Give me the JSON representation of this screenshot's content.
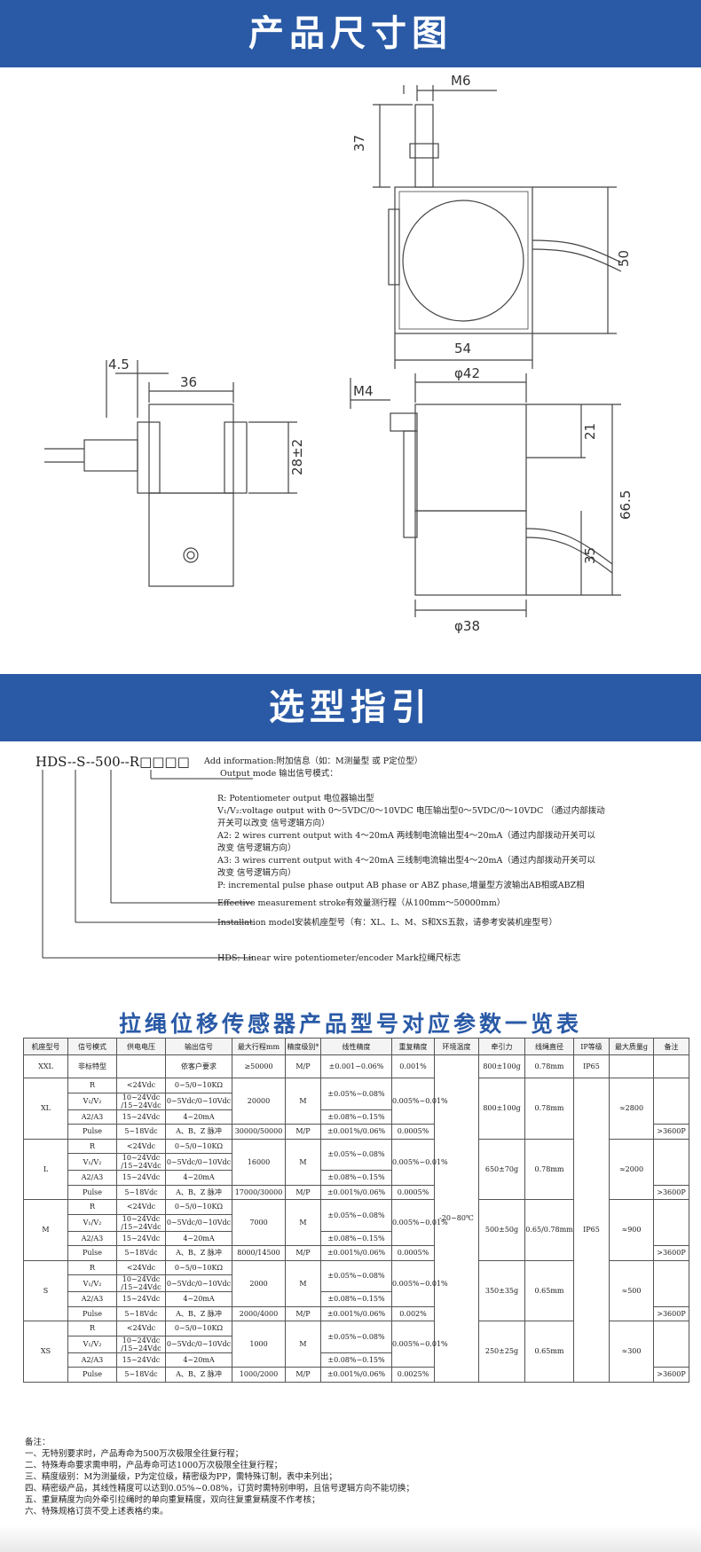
{
  "banner1": {
    "title": "产品尺寸图"
  },
  "banner2": {
    "title": "选型指引"
  },
  "dims": {
    "m6": "M6",
    "d37": "37",
    "d50": "50",
    "d54": "54",
    "d45": "4.5",
    "d36": "36",
    "d28": "28±2",
    "m4": "M4",
    "phi42": "φ42",
    "d21": "21",
    "d665": "66.5",
    "d35": "35",
    "phi38": "φ38"
  },
  "guide": {
    "model": "HDS--S--500--R□□□□",
    "add_info": "Add information:附加信息（如：M测量型 或 P定位型）",
    "output_mode": "Output mode 输出信号模式：",
    "r": "R: Potentiometer output 电位器输出型",
    "v1": "V₁/V₂:voltage output with 0～5VDC/0～10VDC  电压输出型0～5VDC/0～10VDC （通过内部拨动",
    "v2": "开关可以改变 信号逻辑方向）",
    "a2_1": "A2: 2 wires current output with 4～20mA 两线制电流输出型4～20mA（通过内部拨动开关可以",
    "a2_2": "改变 信号逻辑方向）",
    "a3_1": "A3: 3 wires current output with 4～20mA 三线制电流输出型4～20mA（通过内部拨动开关可以",
    "a3_2": "改变 信号逻辑方向）",
    "p": "P: incremental pulse phase output AB phase or ABZ phase,增量型方波输出AB相或ABZ相",
    "stroke": "Effective measurement stroke有效量测行程（从100mm～50000mm）",
    "install": "Installation model安装机座型号（有：XL、L、M、S和XS五款，请参考安装机座型号）",
    "hds": "HDS: Linear wire potentiometer/encoder Mark拉绳尺标志"
  },
  "table": {
    "title": "拉绳位移传感器产品型号对应参数一览表",
    "headers": [
      "机座型号",
      "信号模式",
      "供电电压",
      "输出信号",
      "最大行程mm",
      "精度级别*",
      "线性精度",
      "重复精度",
      "环境温度",
      "牵引力",
      "线绳直径",
      "IP等级",
      "最大质量g",
      "备注"
    ],
    "xxl": {
      "model": "XXL",
      "mode": "非标特型",
      "output": "依客户要求",
      "stroke": "≥50000",
      "prec": "M/P",
      "lin": "±0.001~0.06%",
      "rep": "0.001%",
      "pull": "800±100g",
      "wire": "0.78mm",
      "ip": "IP65"
    },
    "xl": {
      "model": "XL",
      "stroke": "20000",
      "stroke_p": "30000/50000",
      "pull": "800±100g",
      "wire": "0.78mm",
      "mass": "≈2800"
    },
    "l": {
      "model": "L",
      "stroke": "16000",
      "stroke_p": "17000/30000",
      "pull": "650±70g",
      "wire": "0.78mm",
      "mass": "≈2000"
    },
    "m": {
      "model": "M",
      "stroke": "7000",
      "stroke_p": "8000/14500",
      "pull": "500±50g",
      "wire": "0.65/0.78mm",
      "mass": "≈900"
    },
    "s": {
      "model": "S",
      "stroke": "2000",
      "stroke_p": "2000/4000",
      "pull": "350±35g",
      "wire": "0.65mm",
      "mass": "≈500",
      "rep_p": "0.002%"
    },
    "xs": {
      "model": "XS",
      "stroke": "1000",
      "stroke_p": "1000/2000",
      "pull": "250±25g",
      "wire": "0.65mm",
      "mass": "≈300",
      "rep_p": "0.0025%"
    },
    "common": {
      "r": "R",
      "v": "V₁/V₂",
      "a": "A2/A3",
      "pulse": "Pulse",
      "r_sup": "<24Vdc",
      "v_sup": "10~24Vdc /15~24Vdc",
      "a_sup": "15~24Vdc",
      "p_sup": "5~18Vdc",
      "r_out": "0~5/0~10KΩ",
      "v_out": "0~5Vdc/0~10Vdc",
      "a_out": "4~20mA",
      "p_out": "A、B、Z 脉冲",
      "m": "M",
      "mp": "M/P",
      "lin_r": "±0.05%~0.08%",
      "lin_a": "±0.08%~0.15%",
      "lin_p": "±0.001%/0.06%",
      "rep_m": "0.005%~0.01%",
      "rep_p": "0.0005%",
      "temp": "-20~80℃",
      "ip": "IP65",
      "note": ">3600P"
    },
    "notes": [
      "备注：",
      "一、无特别要求时，产品寿命为500万次极限全往复行程；",
      "二、特殊寿命要求需申明，产品寿命可达1000万次极限全往复行程；",
      "三、精度级别：M为测量级，P为定位级，精密级为PP，需特殊订制，表中未列出；",
      "四、精密级产品，其线性精度可以达到0.05%~0.08%，订货时需特别申明，且信号逻辑方向不能切换；",
      "五、重复精度为向外牵引拉绳时的单向重复精度，双向往复重复精度不作考核；",
      "六、特殊规格订货不受上述表格约束。"
    ]
  }
}
